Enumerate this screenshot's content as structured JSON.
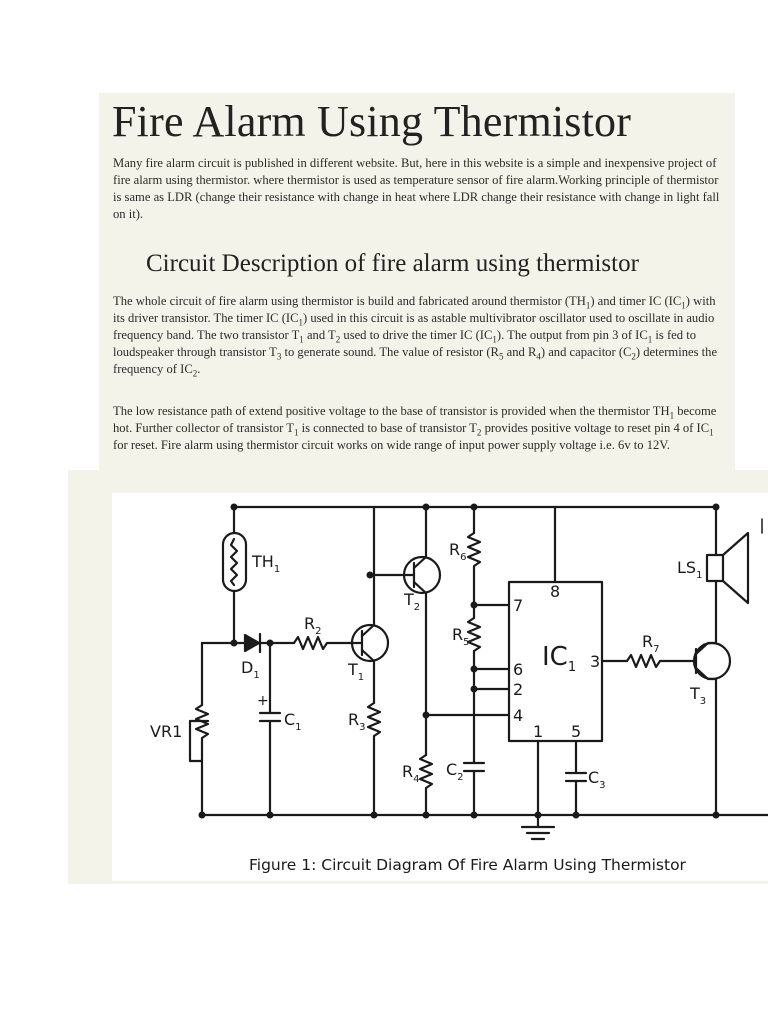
{
  "document": {
    "title": "Fire Alarm Using Thermistor",
    "intro": "Many fire alarm circuit is published in different website. But, here in this website is a simple and inexpensive project of fire alarm using thermistor. where thermistor is used as temperature sensor of fire alarm.Working principle of thermistor is same as LDR (change their resistance with change in heat where LDR change their resistance with change in light fall on it).",
    "section_heading": "Circuit Description of fire alarm using thermistor",
    "para1": {
      "s1": "The whole circuit of fire alarm using thermistor is build and fabricated around thermistor (TH",
      "s2": ") and timer IC (IC",
      "s3": ") with its driver transistor. The timer IC (IC",
      "s4": ") used in this circuit is as astable multivibrator oscillator used to oscillate in audio frequency band. The two transistor T",
      "s5": " and T",
      "s6": " used to drive the timer IC (IC",
      "s7": "). The output from pin 3 of IC",
      "s8": " is fed to loudspeaker through transistor T",
      "s9": " to generate sound. The value of resistor (R",
      "s10": " and R",
      "s11": ") and capacitor (C",
      "s12": ") determines the frequency of IC",
      "s13": ".",
      "sub1": "1",
      "sub2": "2",
      "sub3": "3",
      "sub4": "4",
      "sub5": "5"
    },
    "para2": {
      "s1": "The low resistance path of extend positive voltage to the base of transistor is provided when the thermistor TH",
      "s2": " become hot. Further collector of transistor T",
      "s3": " is connected to base of transistor T",
      "s4": " provides positive voltage to reset pin 4 of IC",
      "s5": " for reset. Fire alarm using thermistor circuit works on wide range of input power supply voltage i.e. 6v to 12V.",
      "sub1": "1",
      "sub2": "2"
    }
  },
  "figure": {
    "caption": "Figure 1: Circuit Diagram Of Fire Alarm Using Thermistor",
    "labels": {
      "th": "TH",
      "th_sub": "1",
      "d": "D",
      "d_sub": "1",
      "r2": "R",
      "r2_sub": "2",
      "t1": "T",
      "t1_sub": "1",
      "t2": "T",
      "t2_sub": "2",
      "t3": "T",
      "t3_sub": "3",
      "r3": "R",
      "r3_sub": "3",
      "r4": "R",
      "r4_sub": "4",
      "r5": "R",
      "r5_sub": "5",
      "r6": "R",
      "r6_sub": "6",
      "r7": "R",
      "r7_sub": "7",
      "c1": "C",
      "c1_sub": "1",
      "c2": "C",
      "c2_sub": "2",
      "c3": "C",
      "c3_sub": "3",
      "c1_plus": "+",
      "vr1": "VR1",
      "ic": "IC",
      "ic_sub": "1",
      "ls": "LS",
      "ls_sub": "1",
      "pin7": "7",
      "pin8": "8",
      "pin6": "6",
      "pin2": "2",
      "pin4": "4",
      "pin1": "1",
      "pin5": "5",
      "pin3": "3"
    }
  }
}
